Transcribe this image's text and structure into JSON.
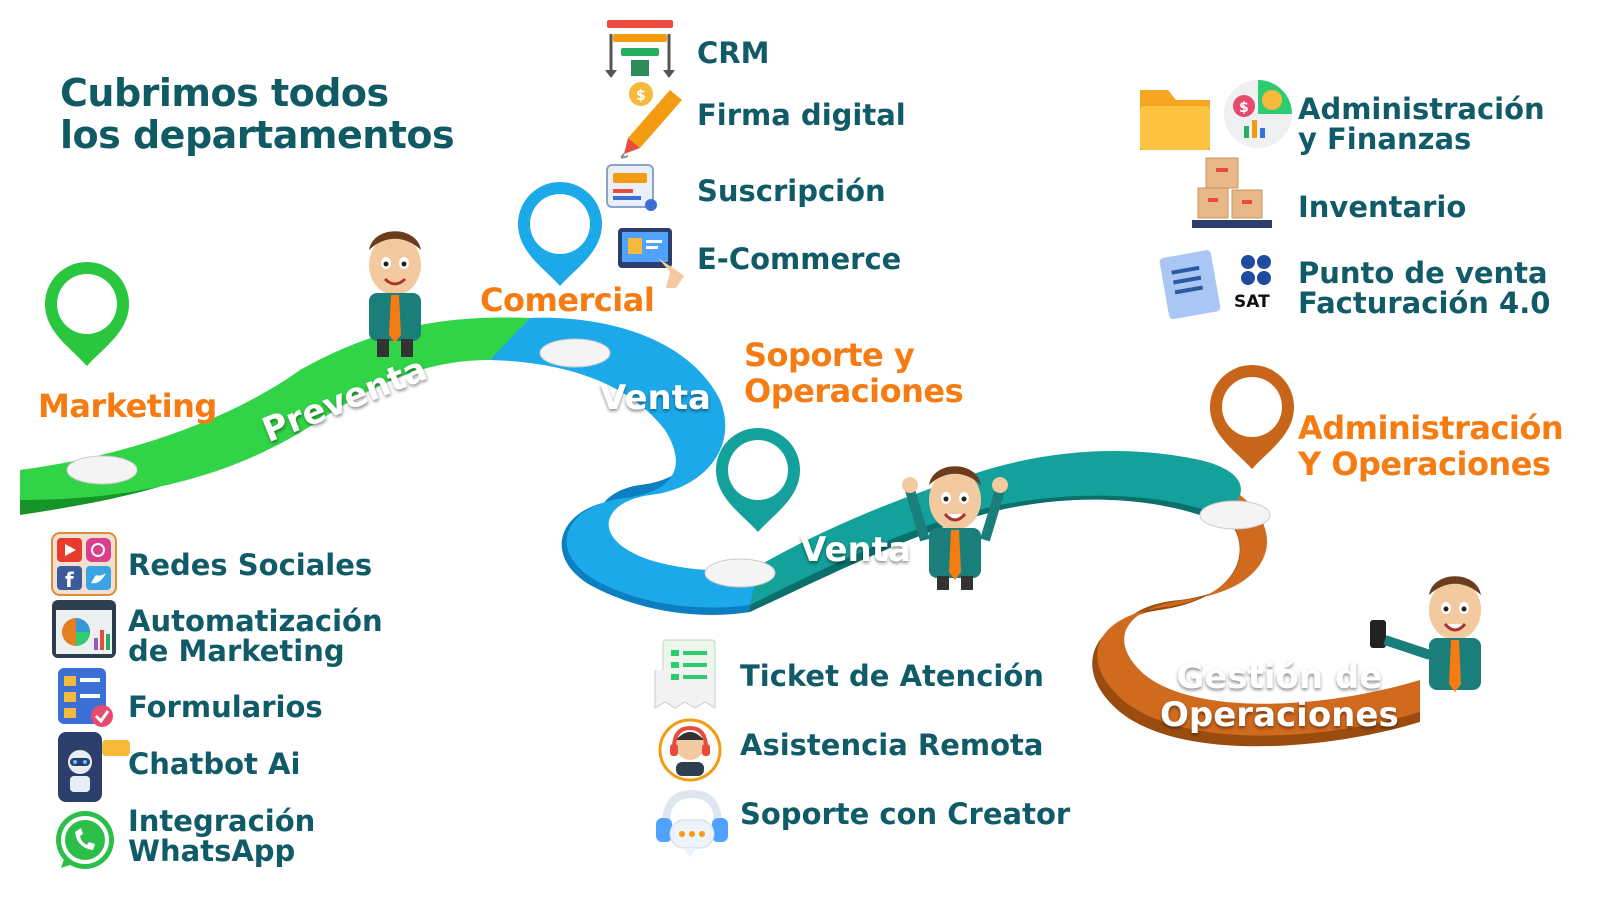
{
  "headline": {
    "line1": "Cubrimos todos",
    "line2": "los departamentos"
  },
  "colors": {
    "marketing": "#27c23a",
    "comercial": "#1aa7e8",
    "soporte": "#139a94",
    "administracion": "#c7661b",
    "label_orange": "#f57c13",
    "text_teal": "#115b68"
  },
  "stages": {
    "marketing": "Marketing",
    "comercial": "Comercial",
    "soporte_line1": "Soporte y",
    "soporte_line2": "Operaciones",
    "admin_line1": "Administración",
    "admin_line2": "Y Operaciones"
  },
  "road_labels": {
    "preventa": "Preventa",
    "venta1": "Venta",
    "venta2": "Venta",
    "gestion_line1": "Gestión de",
    "gestion_line2": "Operaciones"
  },
  "marketing_features": [
    {
      "label": "Redes Sociales",
      "icon": "social-media-icon"
    },
    {
      "label_line1": "Automatización",
      "label_line2": "de Marketing",
      "icon": "marketing-dashboard-icon"
    },
    {
      "label": "Formularios",
      "icon": "form-icon"
    },
    {
      "label": "Chatbot Ai",
      "icon": "chatbot-icon"
    },
    {
      "label_line1": "Integración",
      "label_line2": "WhatsApp",
      "icon": "whatsapp-icon"
    }
  ],
  "comercial_features": [
    {
      "label": "CRM",
      "icon": "funnel-icon"
    },
    {
      "label": "Firma digital",
      "icon": "pen-icon"
    },
    {
      "label": "Suscripción",
      "icon": "subscription-icon"
    },
    {
      "label": "E-Commerce",
      "icon": "ecommerce-icon"
    }
  ],
  "soporte_features": [
    {
      "label": "Ticket de Atención",
      "icon": "ticket-icon"
    },
    {
      "label": "Asistencia Remota",
      "icon": "headset-agent-icon"
    },
    {
      "label": "Soporte con Creator",
      "icon": "support-headset-icon"
    }
  ],
  "admin_features": [
    {
      "label_line1": "Administración",
      "label_line2": "y Finanzas",
      "icon": "finance-folder-icon"
    },
    {
      "label": "Inventario",
      "icon": "boxes-icon"
    },
    {
      "label_line1": "Punto de venta",
      "label_line2": "Facturación 4.0",
      "icon": "invoice-icon",
      "badge": "SAT"
    }
  ]
}
